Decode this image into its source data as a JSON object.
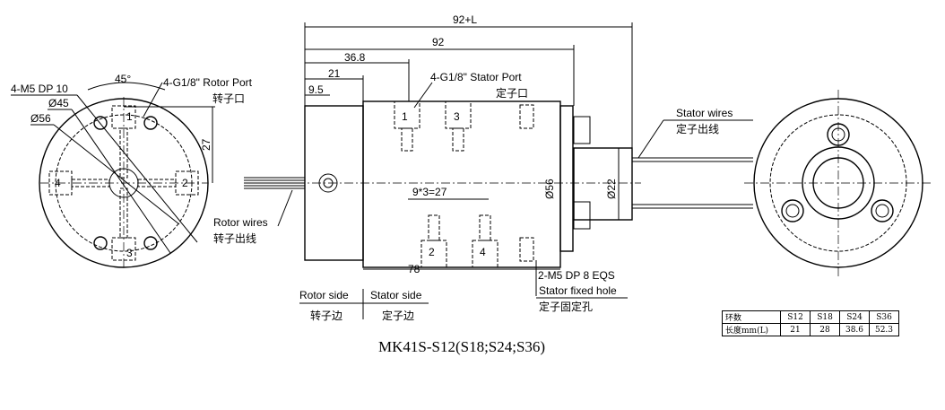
{
  "title": "MK41S-S12(S18;S24;S36)",
  "front_view": {
    "angle": "45°",
    "mount_holes": "4-M5 DP 10",
    "dia_inner": "Ø45",
    "dia_outer": "Ø56",
    "rotor_port_en": "4-G1/8\" Rotor Port",
    "rotor_port_cn": "转子口",
    "dim_27": "27",
    "port_numbers": [
      "1",
      "2",
      "3",
      "4"
    ],
    "rotor_wires_en": "Rotor wires",
    "rotor_wires_cn": "转子出线"
  },
  "side_view": {
    "dim_total": "92+L",
    "dim_92": "92",
    "dim_36_8": "36.8",
    "dim_21": "21",
    "dim_9_5": "9.5",
    "stator_port_en": "4-G1/8\" Stator Port",
    "stator_port_cn": "定子口",
    "dim_pitch": "9*3=27",
    "dim_78": "78",
    "dia_56": "Ø56",
    "dia_22": "Ø22",
    "stator_wires_en": "Stator wires",
    "stator_wires_cn": "定子出线",
    "fixed_holes": "2-M5 DP 8 EQS",
    "stator_fixed_en": "Stator fixed hole",
    "stator_fixed_cn": "定子固定孔",
    "rotor_side_en": "Rotor side",
    "rotor_side_cn": "转子边",
    "stator_side_en": "Stator side",
    "stator_side_cn": "定子边",
    "port_numbers": [
      "1",
      "3",
      "2",
      "4"
    ]
  },
  "table": {
    "row1_label": "环数",
    "row2_label": "长度mm(L)",
    "models": [
      "S12",
      "S18",
      "S24",
      "S36"
    ],
    "lengths": [
      "21",
      "28",
      "38.6",
      "52.3"
    ]
  }
}
